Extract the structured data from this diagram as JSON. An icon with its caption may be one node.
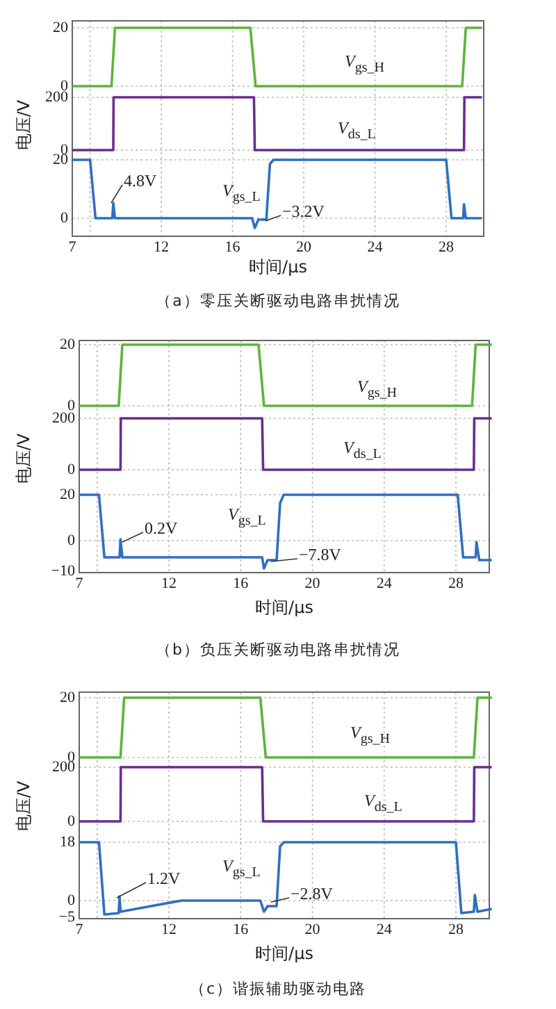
{
  "diagram": {
    "nodes": [
      {
        "text": [
          "4.8V"
        ]
      },
      {
        "text": [
          "−3.2V"
        ]
      },
      {
        "text": [
          "0.2V"
        ]
      },
      {
        "text": [
          "−7.8V"
        ]
      },
      {
        "text": [
          "1.2V"
        ]
      },
      {
        "text": [
          "−2.8V"
        ]
      }
    ],
    "edges": [
      {
        "from": 0,
        "to": null,
        "arrow": "none"
      },
      {
        "from": 1,
        "to": null,
        "arrow": "none"
      },
      {
        "from": 2,
        "to": null,
        "arrow": "none"
      },
      {
        "from": 3,
        "to": null,
        "arrow": "none"
      },
      {
        "from": 4,
        "to": null,
        "arrow": "none"
      },
      {
        "from": 5,
        "to": null,
        "arrow": "none"
      }
    ],
    "labels": [
      "20",
      "0",
      "200",
      "0",
      "20",
      "0",
      "7",
      "12",
      "16",
      "20",
      "24",
      "28",
      "电压/V",
      "时间/μs",
      "*V*$_{gs_H}$",
      "*V*$_{ds_L}$",
      "*V*$_{gs_L}$",
      "（a）零压关断驱动电路串扰情况",
      "20",
      "0",
      "200",
      "0",
      "20",
      "0",
      "−10",
      "7",
      "12",
      "16",
      "20",
      "24",
      "28",
      "电压/V",
      "时间/μs",
      "*V*$_{gs_H}$",
      "*V*$_{ds_L}$",
      "*V*$_{gs_L}$",
      "（b）负压关断驱动电路串扰情况",
      "20",
      "0",
      "200",
      "0",
      "18",
      "0",
      "−5",
      "7",
      "12",
      "16",
      "20",
      "24",
      "28",
      "电压/V",
      "时间/μs",
      "*V*$_{gs_H}$",
      "*V*$_{ds_L}$",
      "*V*$_{gs_L}$",
      "（c）谐振辅助驱动电路"
    ]
  }
}
